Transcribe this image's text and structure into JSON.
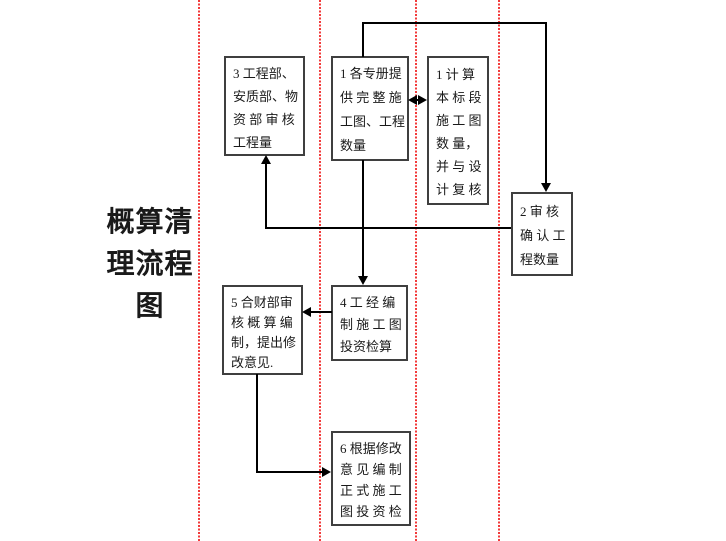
{
  "colors": {
    "lane": "#f23b3b",
    "box_border": "#3f3f3f",
    "text": "#1a1a1a",
    "connector": "#000000",
    "background": "#ffffff"
  },
  "title": {
    "text": "概算清理流程图",
    "lines": [
      "概算清",
      "理流程",
      "图"
    ]
  },
  "boxes": {
    "provide_drawings": {
      "step": "1",
      "lines": [
        "1 各专册提",
        "供 完 整 施",
        "工图、工程",
        "数量"
      ]
    },
    "calc_quantity": {
      "step": "1",
      "lines": [
        "1 计 算",
        "本 标 段",
        "施 工 图",
        "数 量，",
        "并 与 设",
        "计 复 核"
      ]
    },
    "confirm_quantity": {
      "step": "2",
      "lines": [
        "2 审 核",
        "确 认 工",
        "程数量"
      ]
    },
    "dept_review": {
      "step": "3",
      "lines": [
        "3 工程部、",
        "安质部、物",
        "资 部 审 核",
        "工程量"
      ]
    },
    "compile_estimate": {
      "step": "4",
      "lines": [
        "4 工 经 编",
        "制 施 工 图",
        "投资检算"
      ]
    },
    "finance_review": {
      "step": "5",
      "lines": [
        "5 合财部审",
        "核 概 算 编",
        "制，提出修",
        "改意见."
      ]
    },
    "final_estimate": {
      "step": "6",
      "lines": [
        "6 根据修改",
        "意 见 编 制",
        "正 式 施 工",
        "图 投 资 检"
      ]
    }
  },
  "connectors": [
    {
      "from": "provide_drawings",
      "to": "confirm_quantity",
      "route": "up, right, down into box 2"
    },
    {
      "from": "provide_drawings",
      "to": "calc_quantity",
      "route": "double-headed horizontal arrow"
    },
    {
      "from": "provide_drawings",
      "to": "compile_estimate",
      "route": "straight down into box 4"
    },
    {
      "from": "confirm_quantity",
      "to": "dept_review",
      "route": "left, then up into box 3"
    },
    {
      "from": "compile_estimate",
      "to": "finance_review",
      "route": "left into box 5"
    },
    {
      "from": "finance_review",
      "to": "final_estimate",
      "route": "down, then right into box 6"
    }
  ]
}
